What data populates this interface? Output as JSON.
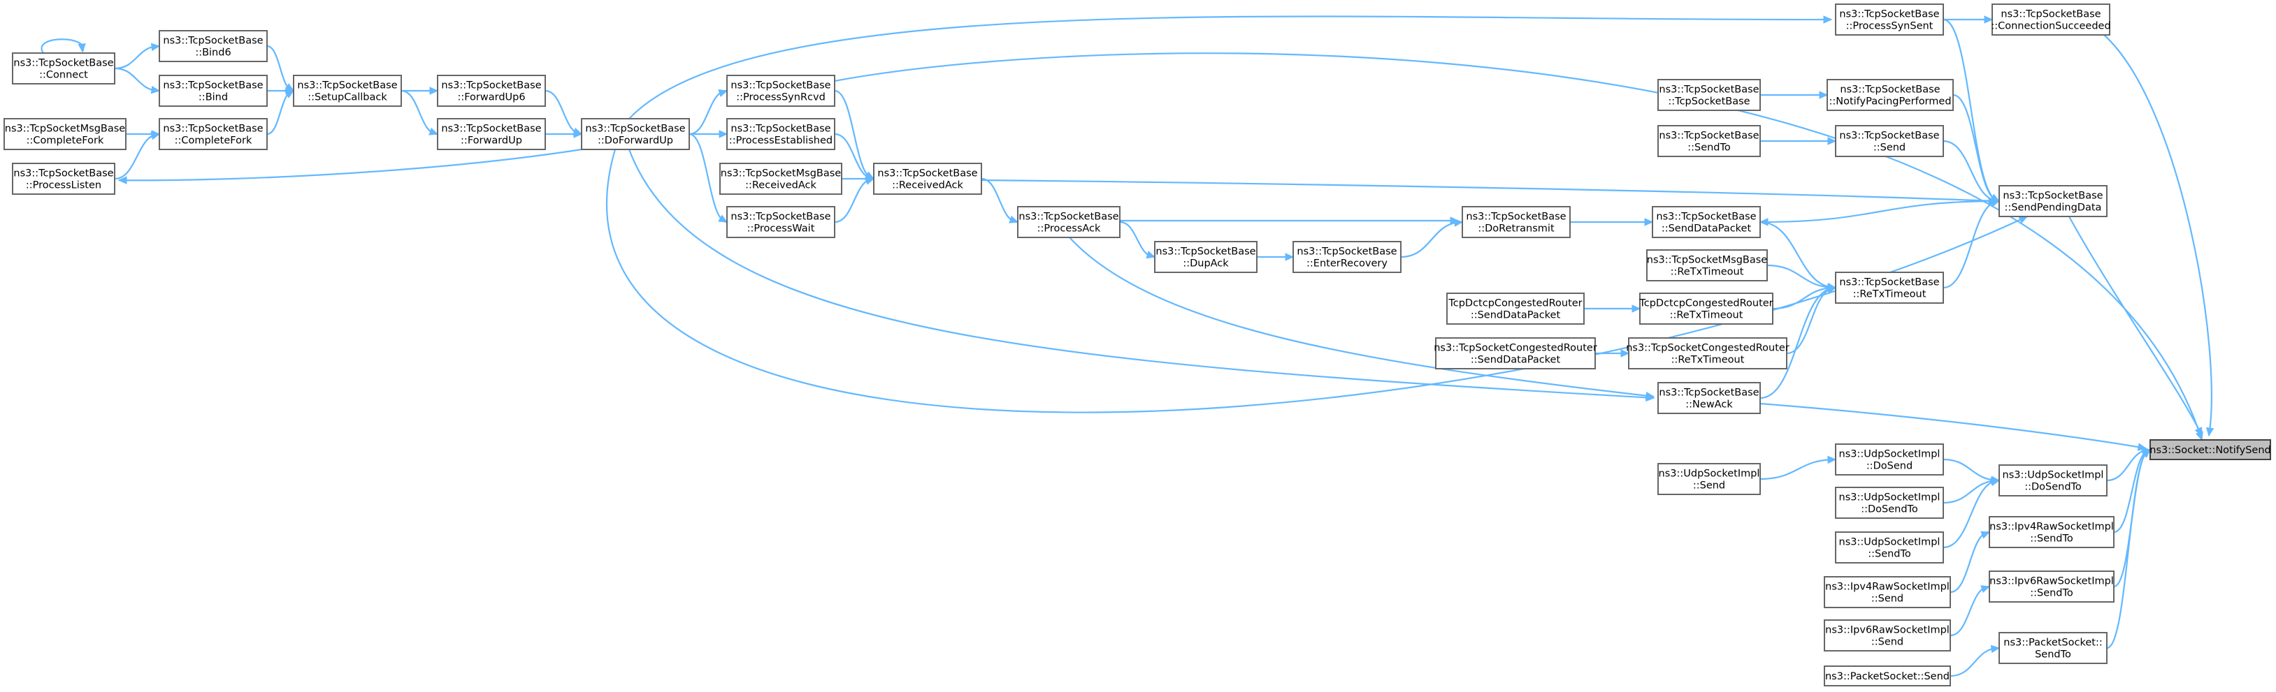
{
  "graph": {
    "root": "notify_send",
    "nodes": [
      {
        "id": "connect",
        "lines": [
          "ns3::TcpSocketBase",
          "::Connect"
        ]
      },
      {
        "id": "bind6",
        "lines": [
          "ns3::TcpSocketBase",
          "::Bind6"
        ]
      },
      {
        "id": "bind",
        "lines": [
          "ns3::TcpSocketBase",
          "::Bind"
        ]
      },
      {
        "id": "msg_completefork",
        "lines": [
          "ns3::TcpSocketMsgBase",
          "::CompleteFork"
        ]
      },
      {
        "id": "completefork",
        "lines": [
          "ns3::TcpSocketBase",
          "::CompleteFork"
        ]
      },
      {
        "id": "processlisten",
        "lines": [
          "ns3::TcpSocketBase",
          "::ProcessListen"
        ]
      },
      {
        "id": "setupcallback",
        "lines": [
          "ns3::TcpSocketBase",
          "::SetupCallback"
        ]
      },
      {
        "id": "forwardup6",
        "lines": [
          "ns3::TcpSocketBase",
          "::ForwardUp6"
        ]
      },
      {
        "id": "forwardup",
        "lines": [
          "ns3::TcpSocketBase",
          "::ForwardUp"
        ]
      },
      {
        "id": "doforwardup",
        "lines": [
          "ns3::TcpSocketBase",
          "::DoForwardUp"
        ]
      },
      {
        "id": "processsynrcvd",
        "lines": [
          "ns3::TcpSocketBase",
          "::ProcessSynRcvd"
        ]
      },
      {
        "id": "processestablished",
        "lines": [
          "ns3::TcpSocketBase",
          "::ProcessEstablished"
        ]
      },
      {
        "id": "msg_receivedack",
        "lines": [
          "ns3::TcpSocketMsgBase",
          "::ReceivedAck"
        ]
      },
      {
        "id": "processwait",
        "lines": [
          "ns3::TcpSocketBase",
          "::ProcessWait"
        ]
      },
      {
        "id": "receivedack",
        "lines": [
          "ns3::TcpSocketBase",
          "::ReceivedAck"
        ]
      },
      {
        "id": "processack",
        "lines": [
          "ns3::TcpSocketBase",
          "::ProcessAck"
        ]
      },
      {
        "id": "dupack",
        "lines": [
          "ns3::TcpSocketBase",
          "::DupAck"
        ]
      },
      {
        "id": "enterrecovery",
        "lines": [
          "ns3::TcpSocketBase",
          "::EnterRecovery"
        ]
      },
      {
        "id": "doretransmit",
        "lines": [
          "ns3::TcpSocketBase",
          "::DoRetransmit"
        ]
      },
      {
        "id": "ctor",
        "lines": [
          "ns3::TcpSocketBase",
          "::TcpSocketBase"
        ]
      },
      {
        "id": "base_sendto",
        "lines": [
          "ns3::TcpSocketBase",
          "::SendTo"
        ]
      },
      {
        "id": "senddatapacket",
        "lines": [
          "ns3::TcpSocketBase",
          "::SendDataPacket"
        ]
      },
      {
        "id": "msg_retxtimeout",
        "lines": [
          "ns3::TcpSocketMsgBase",
          "::ReTxTimeout"
        ]
      },
      {
        "id": "dctcp_senddatapacket",
        "lines": [
          "TcpDctcpCongestedRouter",
          "::SendDataPacket"
        ]
      },
      {
        "id": "dctcp_retxtimeout",
        "lines": [
          "TcpDctcpCongestedRouter",
          "::ReTxTimeout"
        ]
      },
      {
        "id": "congested_senddatapacket",
        "lines": [
          "ns3::TcpSocketCongestedRouter",
          "::SendDataPacket"
        ]
      },
      {
        "id": "congested_retxtimeout",
        "lines": [
          "ns3::TcpSocketCongestedRouter",
          "::ReTxTimeout"
        ]
      },
      {
        "id": "newack",
        "lines": [
          "ns3::TcpSocketBase",
          "::NewAck"
        ]
      },
      {
        "id": "processsynsent",
        "lines": [
          "ns3::TcpSocketBase",
          "::ProcessSynSent"
        ]
      },
      {
        "id": "notifypacing",
        "lines": [
          "ns3::TcpSocketBase",
          "::NotifyPacingPerformed"
        ]
      },
      {
        "id": "base_send",
        "lines": [
          "ns3::TcpSocketBase",
          "::Send"
        ]
      },
      {
        "id": "retxtimeout",
        "lines": [
          "ns3::TcpSocketBase",
          "::ReTxTimeout"
        ]
      },
      {
        "id": "connectionsucceeded",
        "lines": [
          "ns3::TcpSocketBase",
          "::ConnectionSucceeded"
        ]
      },
      {
        "id": "sendpendingdata",
        "lines": [
          "ns3::TcpSocketBase",
          "::SendPendingData"
        ]
      },
      {
        "id": "udp_send",
        "lines": [
          "ns3::UdpSocketImpl",
          "::Send"
        ]
      },
      {
        "id": "udp_dosend",
        "lines": [
          "ns3::UdpSocketImpl",
          "::DoSend"
        ]
      },
      {
        "id": "udp_dosendto_caller",
        "lines": [
          "ns3::UdpSocketImpl",
          "::DoSendTo"
        ]
      },
      {
        "id": "udp_sendto",
        "lines": [
          "ns3::UdpSocketImpl",
          "::SendTo"
        ]
      },
      {
        "id": "ipv4_send",
        "lines": [
          "ns3::Ipv4RawSocketImpl",
          "::Send"
        ]
      },
      {
        "id": "ipv6_send",
        "lines": [
          "ns3::Ipv6RawSocketImpl",
          "::Send"
        ]
      },
      {
        "id": "packet_send",
        "lines": [
          "ns3::PacketSocket::Send"
        ]
      },
      {
        "id": "udp_dosendto",
        "lines": [
          "ns3::UdpSocketImpl",
          "::DoSendTo"
        ]
      },
      {
        "id": "ipv4_sendto",
        "lines": [
          "ns3::Ipv4RawSocketImpl",
          "::SendTo"
        ]
      },
      {
        "id": "ipv6_sendto",
        "lines": [
          "ns3::Ipv6RawSocketImpl",
          "::SendTo"
        ]
      },
      {
        "id": "packet_sendto",
        "lines": [
          "ns3::PacketSocket::",
          "SendTo"
        ]
      },
      {
        "id": "notify_send",
        "lines": [
          "ns3::Socket::NotifySend"
        ]
      }
    ],
    "edges": [
      [
        "connect",
        "connect"
      ],
      [
        "connect",
        "bind6"
      ],
      [
        "connect",
        "bind"
      ],
      [
        "bind6",
        "setupcallback"
      ],
      [
        "bind",
        "setupcallback"
      ],
      [
        "completefork",
        "setupcallback"
      ],
      [
        "msg_completefork",
        "completefork"
      ],
      [
        "processlisten",
        "completefork"
      ],
      [
        "setupcallback",
        "forwardup6"
      ],
      [
        "setupcallback",
        "forwardup"
      ],
      [
        "forwardup6",
        "doforwardup"
      ],
      [
        "forwardup",
        "doforwardup"
      ],
      [
        "doforwardup",
        "processlisten"
      ],
      [
        "doforwardup",
        "processsynsent"
      ],
      [
        "doforwardup",
        "processsynrcvd"
      ],
      [
        "doforwardup",
        "processestablished"
      ],
      [
        "doforwardup",
        "processwait"
      ],
      [
        "doforwardup",
        "newack"
      ],
      [
        "processsynrcvd",
        "receivedack"
      ],
      [
        "processestablished",
        "receivedack"
      ],
      [
        "msg_receivedack",
        "receivedack"
      ],
      [
        "processwait",
        "receivedack"
      ],
      [
        "receivedack",
        "processack"
      ],
      [
        "receivedack",
        "sendpendingdata"
      ],
      [
        "processack",
        "dupack"
      ],
      [
        "processack",
        "newack"
      ],
      [
        "dupack",
        "enterrecovery"
      ],
      [
        "enterrecovery",
        "doretransmit"
      ],
      [
        "processack",
        "doretransmit"
      ],
      [
        "doretransmit",
        "senddatapacket"
      ],
      [
        "ctor",
        "notifypacing"
      ],
      [
        "base_sendto",
        "base_send"
      ],
      [
        "msg_retxtimeout",
        "retxtimeout"
      ],
      [
        "dctcp_senddatapacket",
        "dctcp_retxtimeout"
      ],
      [
        "dctcp_retxtimeout",
        "retxtimeout"
      ],
      [
        "congested_senddatapacket",
        "congested_retxtimeout"
      ],
      [
        "congested_retxtimeout",
        "retxtimeout"
      ],
      [
        "newack",
        "retxtimeout"
      ],
      [
        "senddatapacket",
        "retxtimeout"
      ],
      [
        "sendpendingdata",
        "senddatapacket"
      ],
      [
        "processsynsent",
        "connectionsucceeded"
      ],
      [
        "processsynsent",
        "sendpendingdata"
      ],
      [
        "notifypacing",
        "sendpendingdata"
      ],
      [
        "base_send",
        "sendpendingdata"
      ],
      [
        "retxtimeout",
        "sendpendingdata"
      ],
      [
        "doforwardup",
        "sendpendingdata"
      ],
      [
        "processsynrcvd",
        "notify_send"
      ],
      [
        "connectionsucceeded",
        "notify_send"
      ],
      [
        "sendpendingdata",
        "notify_send"
      ],
      [
        "newack",
        "notify_send"
      ],
      [
        "udp_send",
        "udp_dosend"
      ],
      [
        "udp_dosend",
        "udp_dosendto"
      ],
      [
        "udp_dosendto_caller",
        "udp_dosendto"
      ],
      [
        "udp_sendto",
        "udp_dosendto"
      ],
      [
        "ipv4_send",
        "ipv4_sendto"
      ],
      [
        "ipv6_send",
        "ipv6_sendto"
      ],
      [
        "packet_send",
        "packet_sendto"
      ],
      [
        "udp_dosendto",
        "notify_send"
      ],
      [
        "ipv4_sendto",
        "notify_send"
      ],
      [
        "ipv6_sendto",
        "notify_send"
      ],
      [
        "packet_sendto",
        "notify_send"
      ]
    ]
  }
}
